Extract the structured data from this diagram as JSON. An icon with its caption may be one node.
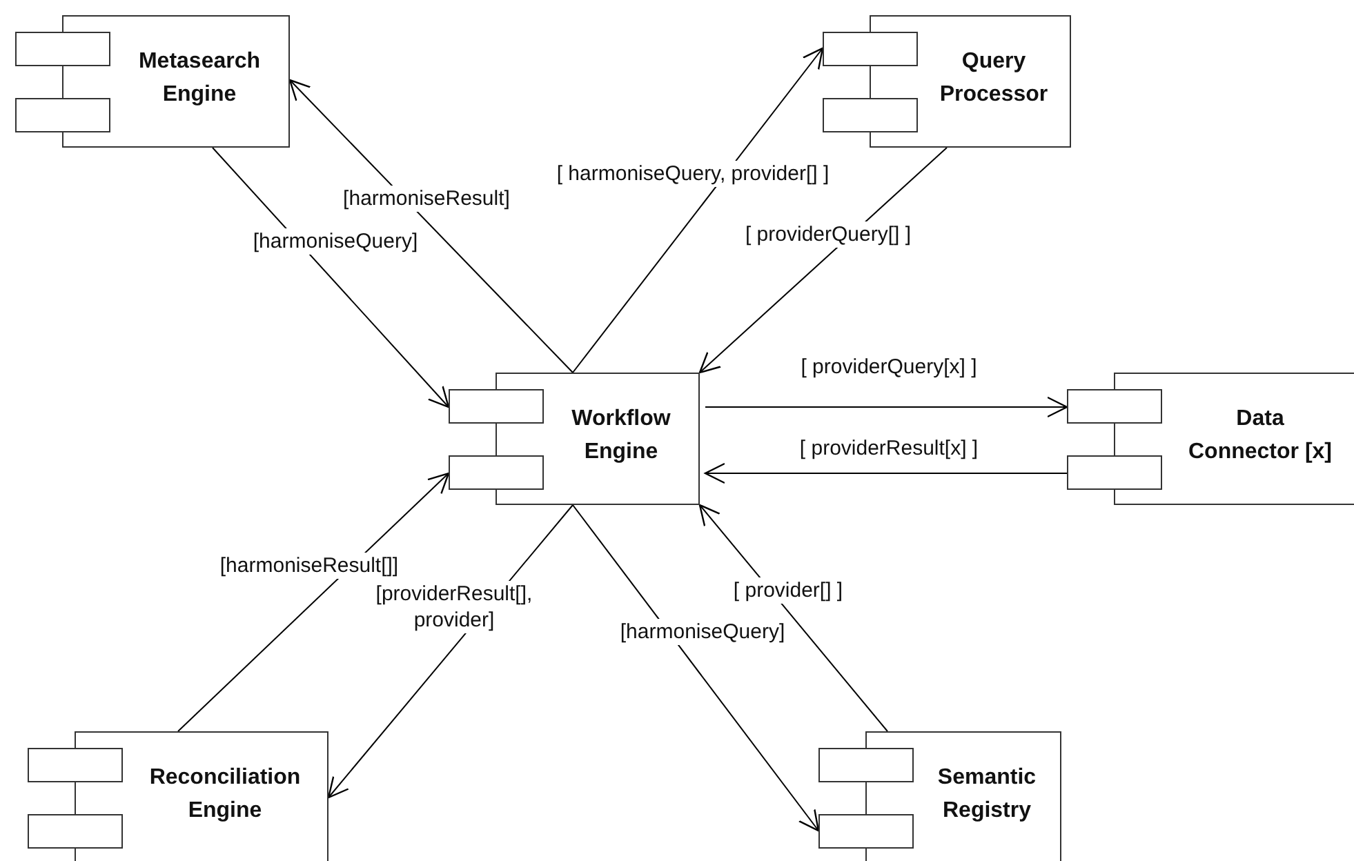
{
  "diagram": {
    "nodes": [
      {
        "text": [
          "Metasearch Engine"
        ]
      },
      {
        "text": [
          "Query Processor"
        ]
      },
      {
        "text": [
          "Workflow Engine"
        ]
      },
      {
        "text": [
          "Data Connector [x]"
        ]
      },
      {
        "text": [
          "Reconciliation Engine"
        ]
      },
      {
        "text": [
          "Semantic Registry"
        ]
      }
    ],
    "edges": [
      {
        "from": 2,
        "to": 0,
        "arrow": "to",
        "label": "[harmoniseResult]"
      },
      {
        "from": 0,
        "to": 2,
        "arrow": "to",
        "label": "[harmoniseQuery]"
      },
      {
        "from": 2,
        "to": 1,
        "arrow": "to",
        "label": "[ harmoniseQuery, provider[] ]"
      },
      {
        "from": 1,
        "to": 2,
        "arrow": "to",
        "label": "[ providerQuery[] ]"
      },
      {
        "from": 2,
        "to": 3,
        "arrow": "to",
        "label": "[ providerQuery[x] ]"
      },
      {
        "from": 3,
        "to": 2,
        "arrow": "to",
        "label": "[ providerResult[x] ]"
      },
      {
        "from": 4,
        "to": 2,
        "arrow": "to",
        "label": "[harmoniseResult[]]"
      },
      {
        "from": 2,
        "to": 4,
        "arrow": "to",
        "label": "[providerResult[], provider]"
      },
      {
        "from": 2,
        "to": 5,
        "arrow": "to",
        "label": "[harmoniseQuery]"
      },
      {
        "from": 5,
        "to": 2,
        "arrow": "to",
        "label": "[ provider[] ]"
      }
    ]
  }
}
